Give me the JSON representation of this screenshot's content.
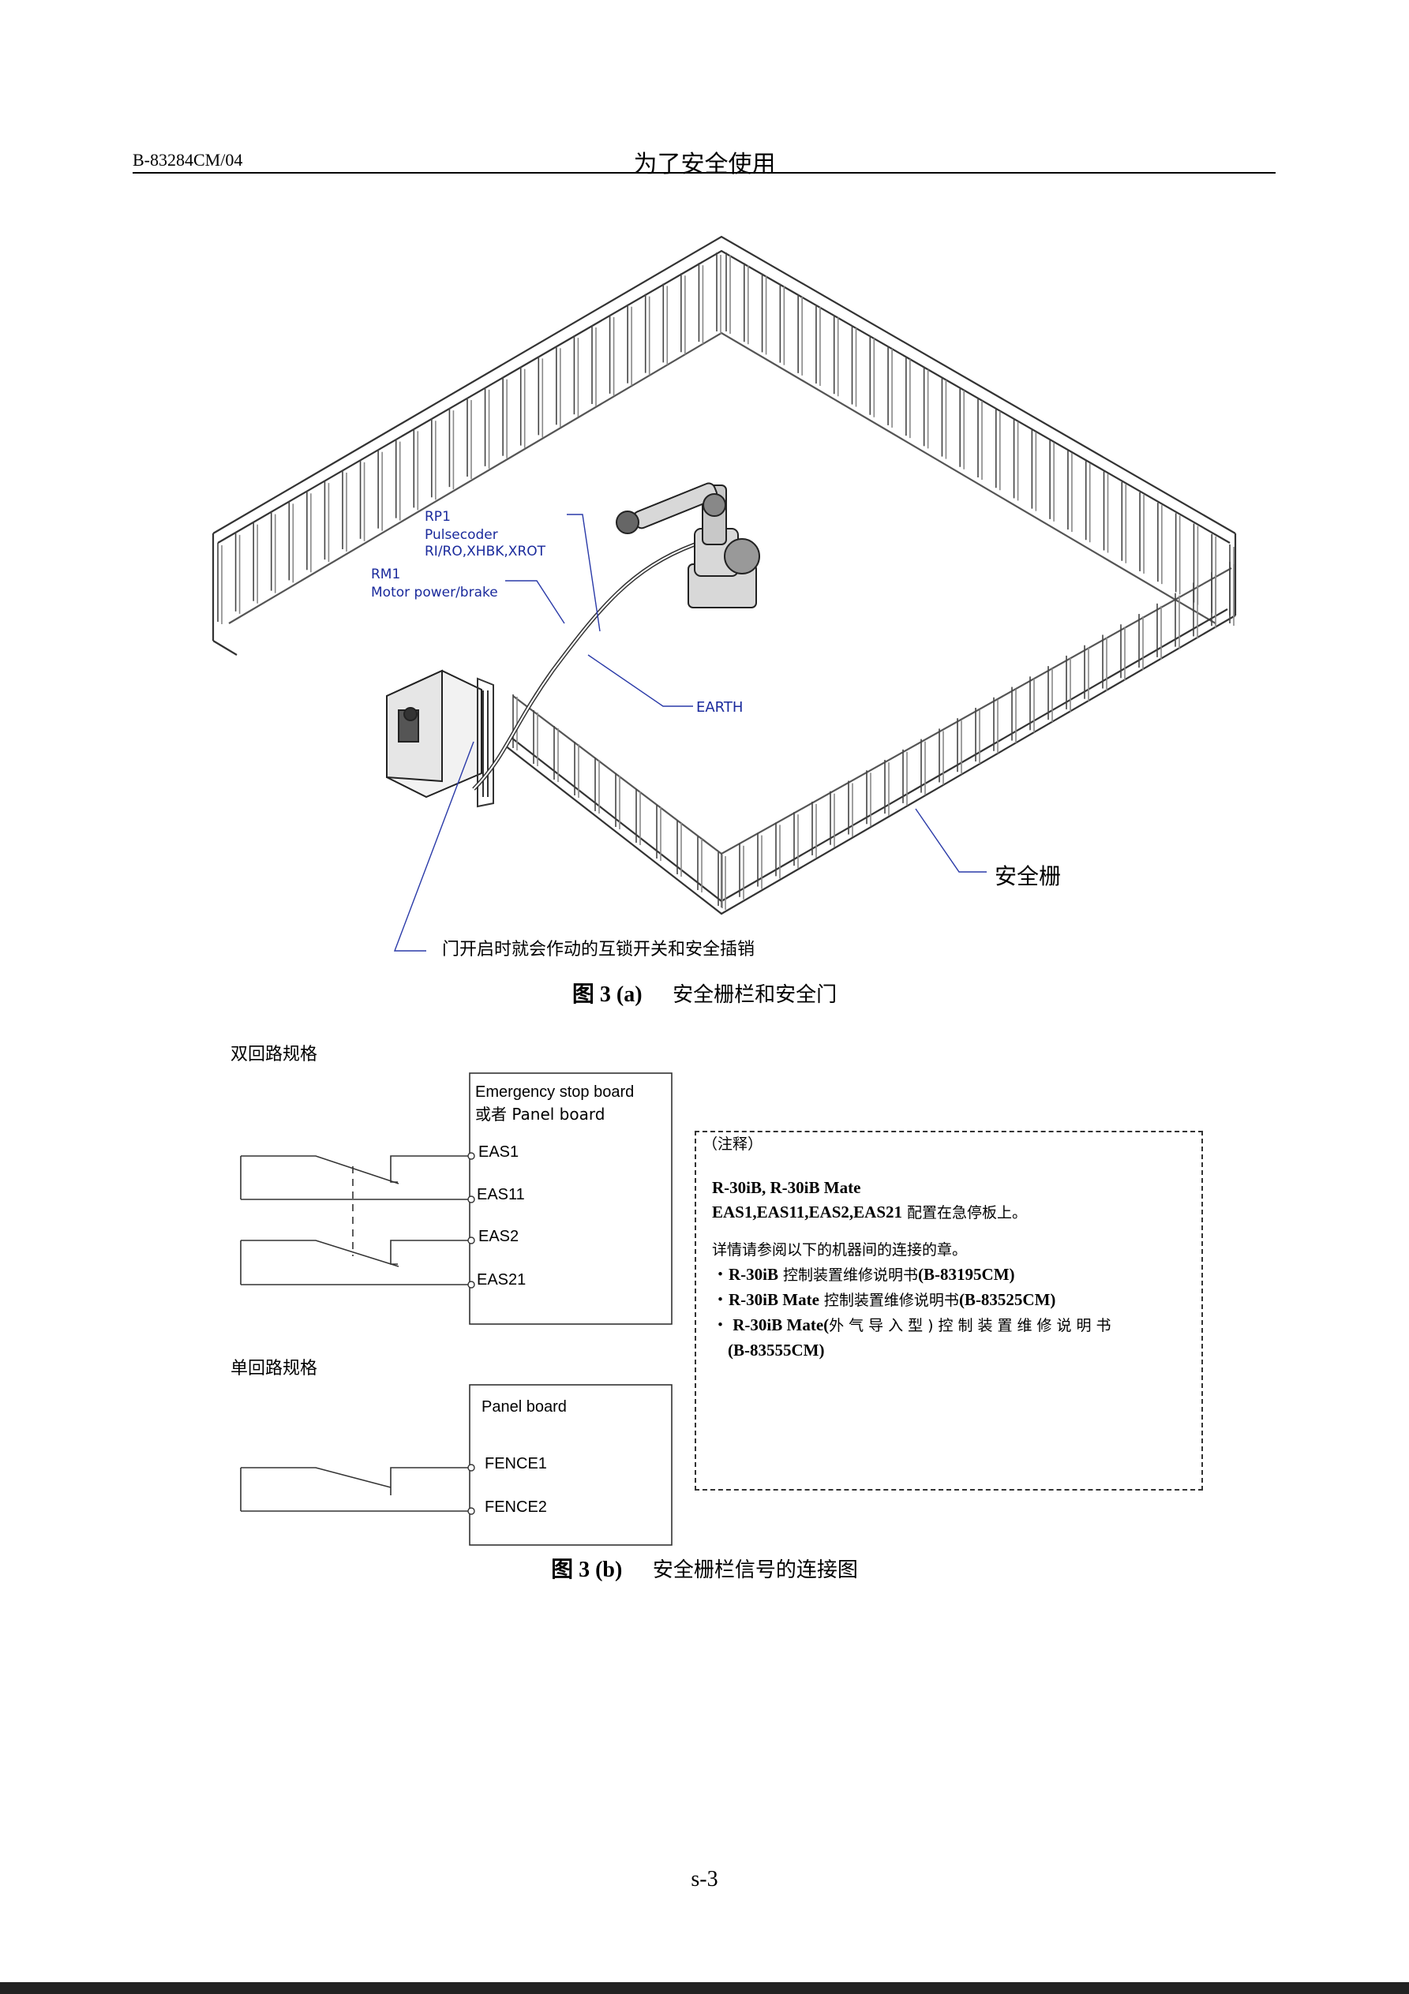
{
  "header": {
    "doc_code": "B-83284CM/04",
    "title": "为了安全使用"
  },
  "figure_a": {
    "callouts": {
      "rp1": "RP1",
      "rp1_line1": "Pulsecoder",
      "rp1_line2": "RI/RO,XHBK,XROT",
      "rm1": "RM1",
      "rm1_line1": "Motor power/brake",
      "earth": "EARTH",
      "fence": "安全栅",
      "interlock": "门开启时就会作动的互锁开关和安全插销"
    },
    "caption_num": "图 3 (a)",
    "caption_text": "安全栅栏和安全门"
  },
  "figure_b": {
    "dual_label": "双回路规格",
    "single_label": "单回路规格",
    "board1_title_line1": "Emergency stop board",
    "board1_title_line2": "或者 Panel board",
    "board1_terminals": [
      "EAS1",
      "EAS11",
      "EAS2",
      "EAS21"
    ],
    "board2_title": "Panel board",
    "board2_terminals": [
      "FENCE1",
      "FENCE2"
    ],
    "note": {
      "title": "（注释）",
      "models": "R-30iB, R-30iB Mate",
      "config_bold": "EAS1,EAS11,EAS2,EAS21",
      "config_text": " 配置在急停板上。",
      "refer": "详情请参阅以下的机器间的连接的章。",
      "items": [
        {
          "bold": "R-30iB",
          "text": " 控制装置维修说明书",
          "code": "(B-83195CM)"
        },
        {
          "bold": "R-30iB Mate",
          "text": " 控制装置维修说明书",
          "code": "(B-83525CM)"
        },
        {
          "bold": "R-30iB Mate(",
          "text": "外气导入型)控制装置维修说明书",
          "code": "(B-83555CM)"
        }
      ]
    },
    "caption_num": "图 3 (b)",
    "caption_text": "安全栅栏信号的连接图"
  },
  "footer": {
    "page_number": "s-3"
  }
}
